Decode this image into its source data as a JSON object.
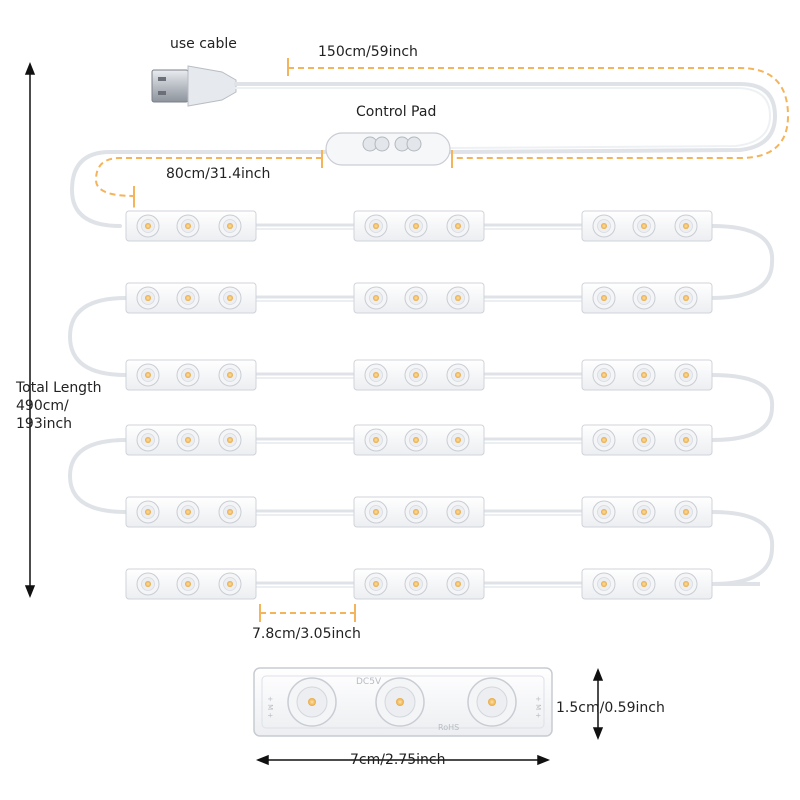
{
  "labels": {
    "usb_cable": "use cable",
    "length_150": "150cm/59inch",
    "control_pad": "Control Pad",
    "length_80": "80cm/31.4inch",
    "total_length_line1": "Total Length",
    "total_length_line2": "490cm/",
    "total_length_line3": "193inch",
    "spacing": "7.8cm/3.05inch",
    "module_height": "1.5cm/0.59inch",
    "module_width": "7cm/2.75inch"
  },
  "module_print": {
    "voltage": "DC5V",
    "left_mark": "+ M +",
    "right_mark": "+ M +",
    "cert": "RoHS"
  },
  "colors": {
    "dimension_line": "#f3b45b",
    "wire": "#dfe3e8",
    "led": "#f7c76e"
  }
}
